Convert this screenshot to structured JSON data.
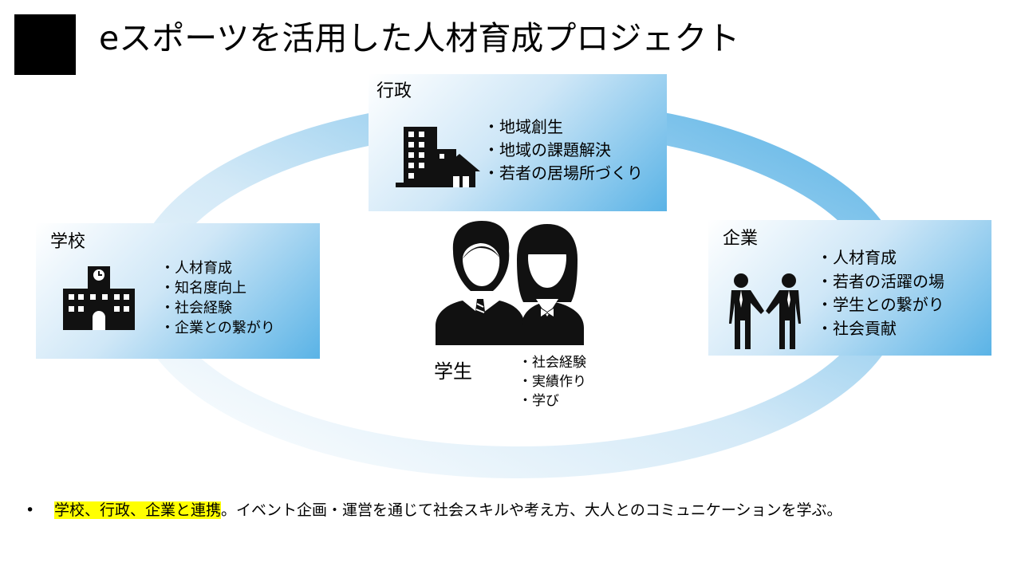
{
  "title": "eスポーツを活用した人材育成プロジェクト",
  "government": {
    "label": "行政",
    "items": [
      "・地域創生",
      "・地域の課題解決",
      "・若者の居場所づくり"
    ],
    "icon": "city-building-icon"
  },
  "school": {
    "label": "学校",
    "items": [
      "・人材育成",
      "・知名度向上",
      "・社会経験",
      "・企業との繋がり"
    ],
    "icon": "school-building-icon"
  },
  "company": {
    "label": "企業",
    "items": [
      "・人材育成",
      "・若者の活躍の場",
      "・学生との繋がり",
      "・社会貢献"
    ],
    "icon": "handshake-people-icon"
  },
  "students": {
    "label": "学生",
    "items": [
      "・社会経験",
      "・実績作り",
      "・学び"
    ],
    "icon": "students-icon"
  },
  "note": {
    "bullet": "•",
    "highlight": "学校、行政、企業と連携",
    "rest": "。イベント企画・運営を通じて社会スキルや考え方、大人とのコミュニケーションを学ぶ。"
  },
  "colors": {
    "box_gradient_end": "#5ab3e6",
    "ring": "#bfe0f4",
    "highlight": "#ffff00"
  }
}
